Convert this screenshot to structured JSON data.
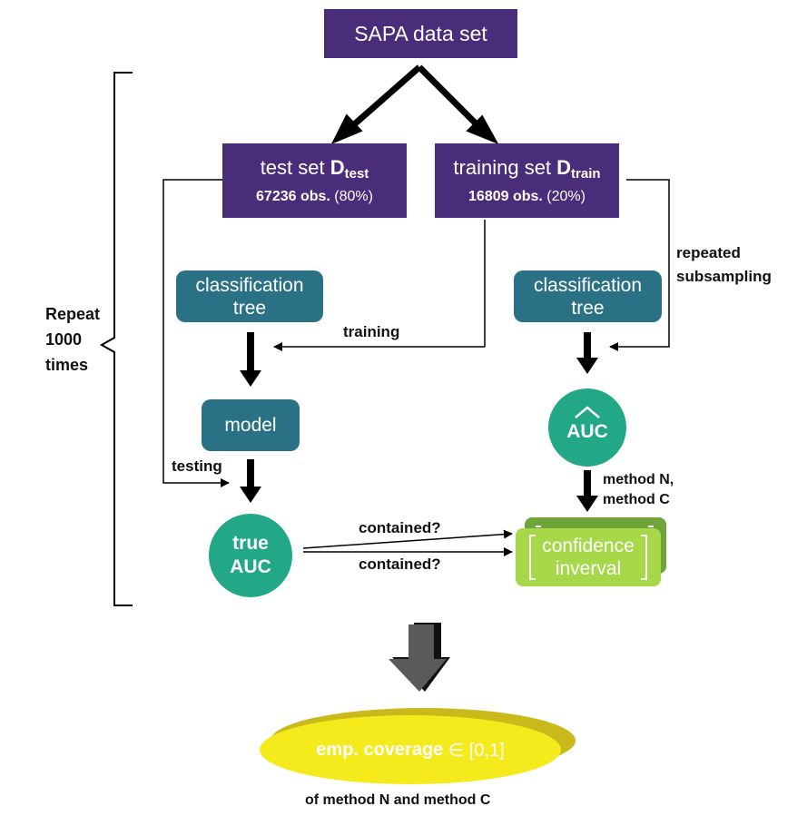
{
  "nodes": {
    "data_set": "SAPA data set",
    "test_set": {
      "prefix": "test set ",
      "D": "D",
      "sub": "test",
      "count": "67236 obs.",
      "pct": " (80%)"
    },
    "training_set": {
      "prefix": "training set ",
      "D": "D",
      "sub": "train",
      "count": "16809 obs.",
      "pct": " (20%)"
    },
    "tree_left": {
      "line1": "classification",
      "line2": "tree"
    },
    "tree_right": {
      "line1": "classification",
      "line2": "tree"
    },
    "model": "model",
    "auc_hat": "AUC",
    "true_auc": {
      "line1": "true",
      "line2": "AUC"
    },
    "confidence_interval": {
      "line1": "confidence",
      "line2": "inverval"
    },
    "coverage": {
      "bold": "emp. coverage",
      "rest": " ∈ [0,1]"
    }
  },
  "labels": {
    "repeat": [
      "Repeat",
      "1000",
      "times"
    ],
    "training": "training",
    "testing": "testing",
    "repeated_subsampling": [
      "repeated",
      "subsampling"
    ],
    "method": [
      "method N,",
      "method C"
    ],
    "contained_top": "contained?",
    "contained_bottom": "contained?",
    "footer": "of method N and method C"
  },
  "colors": {
    "purple": "#4a2d7a",
    "teal": "#2b7185",
    "green": "#22a887",
    "light_green": "#a6d84a",
    "dark_green": "#6ea43a",
    "yellow": "#f5ea1c",
    "olive": "#c9b91a",
    "gray_arrow": "#5a5a5a"
  }
}
